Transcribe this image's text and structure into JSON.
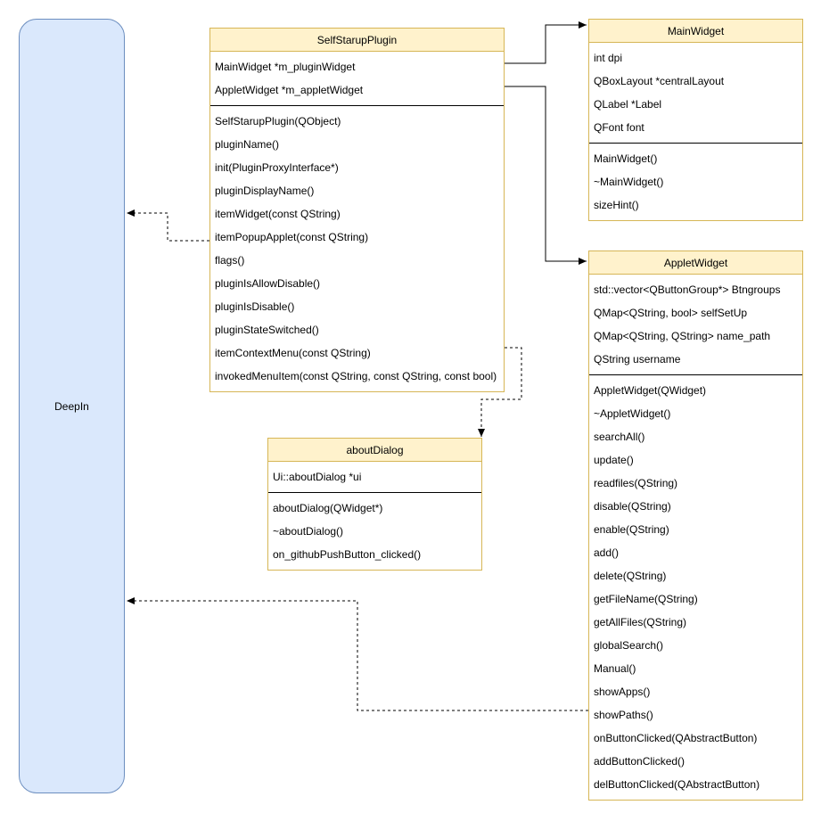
{
  "actor": {
    "label": "DeepIn"
  },
  "classes": {
    "selfStarupPlugin": {
      "name": "SelfStarupPlugin",
      "attributes": [
        "MainWidget *m_pluginWidget",
        "AppletWidget *m_appletWidget"
      ],
      "methods": [
        "SelfStarupPlugin(QObject)",
        "pluginName()",
        "init(PluginProxyInterface*)",
        "pluginDisplayName()",
        "itemWidget(const QString)",
        "itemPopupApplet(const QString)",
        "flags()",
        "pluginIsAllowDisable()",
        "pluginIsDisable()",
        "pluginStateSwitched()",
        "itemContextMenu(const QString)",
        "invokedMenuItem(const QString, const QString, const bool)"
      ]
    },
    "mainWidget": {
      "name": "MainWidget",
      "attributes": [
        "int dpi",
        "QBoxLayout *centralLayout",
        "QLabel *Label",
        "QFont font"
      ],
      "methods": [
        "MainWidget()",
        "~MainWidget()",
        "sizeHint()"
      ]
    },
    "appletWidget": {
      "name": "AppletWidget",
      "attributes": [
        "std::vector<QButtonGroup*> Btngroups",
        "QMap<QString, bool> selfSetUp",
        "QMap<QString, QString> name_path",
        "QString username"
      ],
      "methods": [
        "AppletWidget(QWidget)",
        "~AppletWidget()",
        "searchAll()",
        "update()",
        "readfiles(QString)",
        "disable(QString)",
        "enable(QString)",
        "add()",
        "delete(QString)",
        "getFileName(QString)",
        "getAllFiles(QString)",
        "globalSearch()",
        "Manual()",
        "showApps()",
        "showPaths()",
        "onButtonClicked(QAbstractButton)",
        "addButtonClicked()",
        "delButtonClicked(QAbstractButton)"
      ]
    },
    "aboutDialog": {
      "name": "aboutDialog",
      "attributes": [
        "Ui::aboutDialog *ui"
      ],
      "methods": [
        "aboutDialog(QWidget*)",
        "~aboutDialog()",
        "on_githubPushButton_clicked()"
      ]
    }
  }
}
